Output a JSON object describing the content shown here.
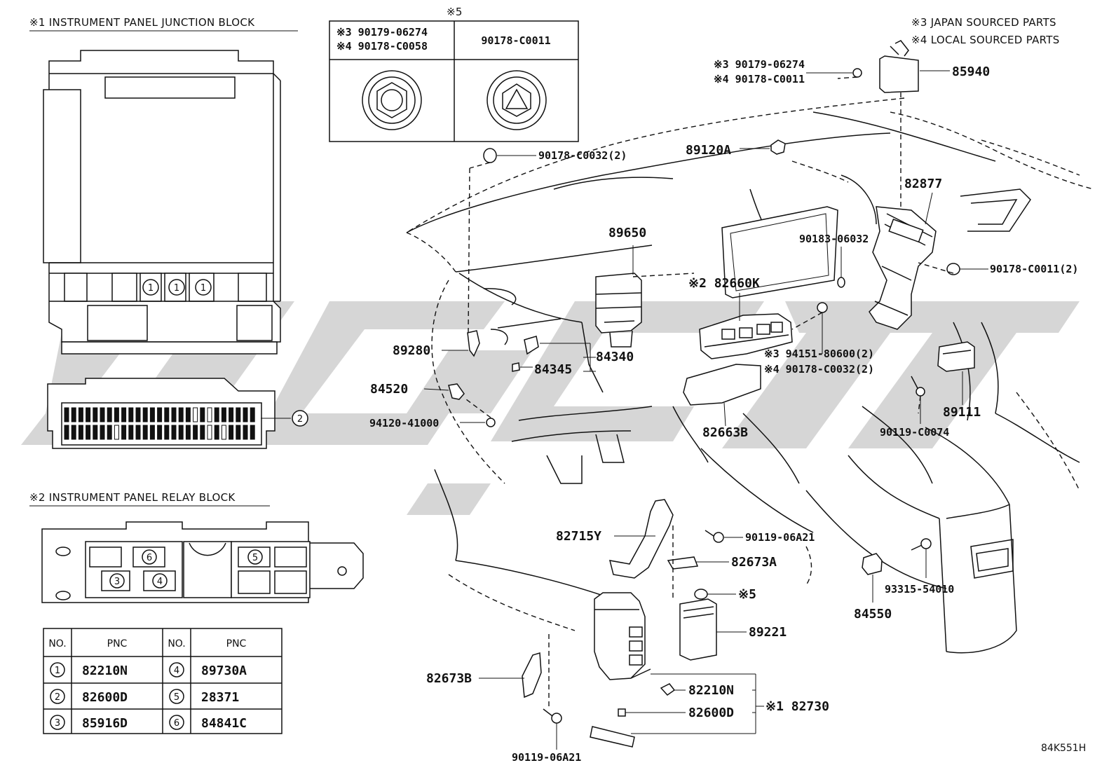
{
  "notes": {
    "n3": "※3 JAPAN SOURCED PARTS",
    "n4": "※4 LOCAL SOURCED PARTS"
  },
  "insets": {
    "junction_block_title": "※1 INSTRUMENT PANEL JUNCTION BLOCK",
    "relay_block_title": "※2 INSTRUMENT PANEL RELAY BLOCK",
    "circle_1": "1",
    "circle_2": "2",
    "circle_3": "3",
    "circle_4": "4",
    "circle_5": "5",
    "circle_6": "6"
  },
  "nut_box": {
    "marker": "※5",
    "left_line1": "※3 90179-06274",
    "left_line2": "※4 90178-C0058",
    "right": "90178-C0011"
  },
  "pnc_table": {
    "headers": [
      "NO.",
      "PNC",
      "NO.",
      "PNC"
    ],
    "rows": [
      {
        "no_a": "1",
        "pnc_a": "82210N",
        "no_b": "4",
        "pnc_b": "89730A"
      },
      {
        "no_a": "2",
        "pnc_a": "82600D",
        "no_b": "5",
        "pnc_b": "28371"
      },
      {
        "no_a": "3",
        "pnc_a": "85916D",
        "no_b": "6",
        "pnc_b": "84841C"
      }
    ]
  },
  "labels": {
    "l_90179_06274": "※3 90179-06274",
    "l_90178_C0011_top": "※4 90178-C0011",
    "l_85940": "85940",
    "l_90178_C0032_2": "90178-C0032(2)",
    "l_89120A": "89120A",
    "l_82877": "82877",
    "l_89650": "89650",
    "l_90183_06032": "90183-06032",
    "l_90178_C0011_2": "90178-C0011(2)",
    "l_82660K": "※2 82660K",
    "l_89280": "89280",
    "l_84340": "84340",
    "l_84345": "84345",
    "l_94151": "※3 94151-80600(2)",
    "l_90178_C0032_2b": "※4 90178-C0032(2)",
    "l_84520": "84520",
    "l_82663B": "82663B",
    "l_89111": "89111",
    "l_94120": "94120-41000",
    "l_90119_C0074": "90119-C0074",
    "l_82715Y": "82715Y",
    "l_90119_06A21": "90119-06A21",
    "l_82673A": "82673A",
    "l_93315": "93315-54010",
    "l_s5": "※5",
    "l_84550": "84550",
    "l_89221": "89221",
    "l_82673B": "82673B",
    "l_82210N": "82210N",
    "l_82730": "※1 82730",
    "l_82600D": "82600D",
    "l_90119_06A21b": "90119-06A21"
  },
  "figure_code": "84K551H"
}
